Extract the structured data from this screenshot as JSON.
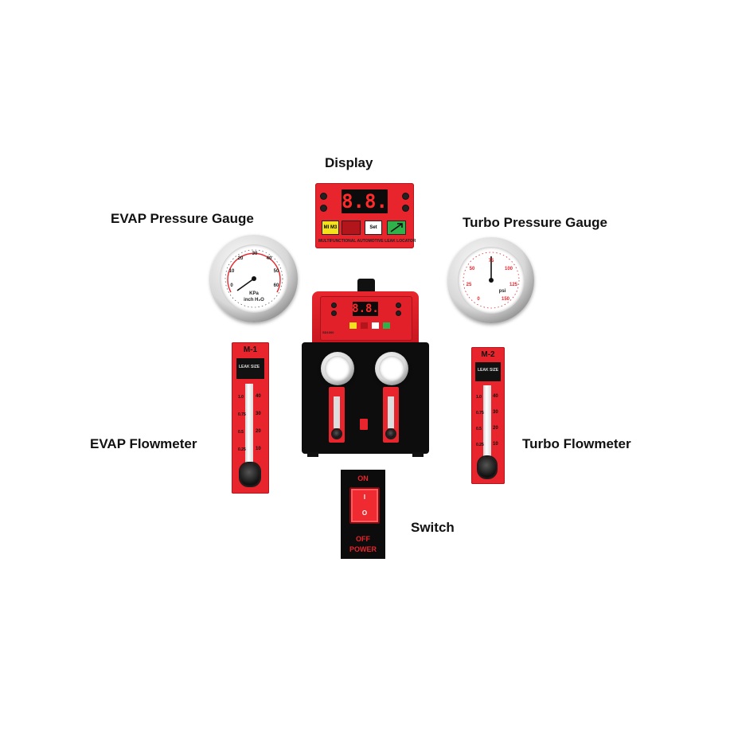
{
  "labels": {
    "display": "Display",
    "evap_gauge": "EVAP Pressure Gauge",
    "turbo_gauge": "Turbo Pressure Gauge",
    "evap_flowmeter": "EVAP Flowmeter",
    "turbo_flowmeter": "Turbo Flowmeter",
    "switch": "Switch"
  },
  "display_panel": {
    "readout": "8.8.",
    "key_m": "MI M3",
    "key_set": "Set",
    "caption": "MULTIFUNCTIONAL AUTOMOTIVE LEAK LOCATOR"
  },
  "evap_gauge": {
    "scale": [
      "0",
      "10",
      "20",
      "30",
      "40",
      "50",
      "60"
    ],
    "unit_1": "KPa",
    "unit_2": "inch H₂O"
  },
  "turbo_gauge": {
    "scale": [
      "0",
      "25",
      "50",
      "75",
      "100",
      "125",
      "150"
    ],
    "unit": "psi"
  },
  "flowmeters": {
    "evap_tag": "M-1",
    "turbo_tag": "M-2",
    "brand": "LEAK SIZE",
    "ticks": [
      "40",
      "30",
      "20",
      "10"
    ],
    "sizes": [
      "1.0",
      "0.75",
      "0.5",
      "0.25"
    ]
  },
  "machine": {
    "readout": "8.8.",
    "model": "SD1000"
  },
  "switch_panel": {
    "on": "ON",
    "off": "OFF",
    "power": "POWER",
    "i_mark": "I",
    "o_mark": "O"
  },
  "colors": {
    "accent_red": "#e8242c",
    "housing_black": "#0d0d0d",
    "display_digits": "#ff2a2a"
  }
}
